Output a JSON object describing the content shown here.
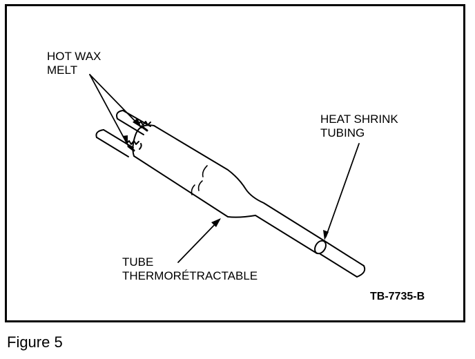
{
  "labels": {
    "hot_wax_line1": "HOT WAX",
    "hot_wax_line2": "MELT",
    "heat_shrink_line1": "HEAT SHRINK",
    "heat_shrink_line2": "TUBING",
    "tube_fr_line1": "TUBE",
    "tube_fr_line2": "THERMORÉTRACTABLE",
    "drawing_code": "TB-7735-B"
  },
  "caption": "Figure 5",
  "colors": {
    "ink": "#000000",
    "paper": "#ffffff"
  }
}
